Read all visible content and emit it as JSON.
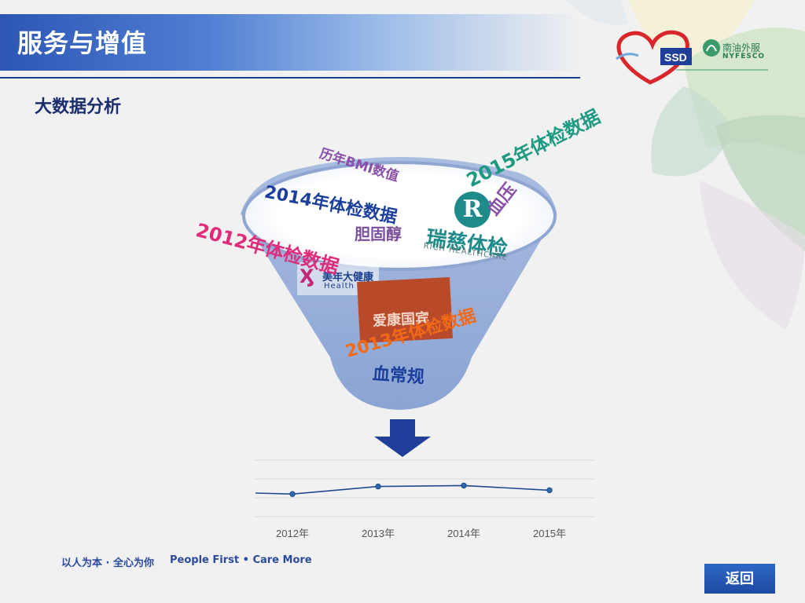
{
  "header": {
    "title": "服务与增值",
    "subtitle": "大数据分析"
  },
  "logo": {
    "name_cn": "南油外服",
    "name_en": "NYFESCO",
    "badge_text": "SSD"
  },
  "funnel_words": [
    {
      "id": "bmi",
      "text": "历年BMI数值",
      "color": "#8a4fa8"
    },
    {
      "id": "y2015",
      "text": "2015年体检数据",
      "color": "#1f9a82"
    },
    {
      "id": "y2014",
      "text": "2014年体检数据",
      "color": "#1b3f9a"
    },
    {
      "id": "bp",
      "text": "血压",
      "color": "#8a4fa8"
    },
    {
      "id": "y2012",
      "text": "2012年体检数据",
      "color": "#e02b7a"
    },
    {
      "id": "chol",
      "text": "胆固醇",
      "color": "#7a4f9a"
    },
    {
      "id": "y2013",
      "text": "2013年体检数据",
      "color": "#f06a18"
    },
    {
      "id": "blood",
      "text": "血常规",
      "color": "#1b3f9a"
    }
  ],
  "brands": {
    "rich_icon": "R",
    "rich_cn": "瑞慈体检",
    "rich_en": "RICH HEALTHCARE",
    "meinian_cn": "美年大健康",
    "meinian_en": "Health 10",
    "aikang_cn": "爱康国宾"
  },
  "chart_data": {
    "type": "line",
    "categories": [
      "2012年",
      "2013年",
      "2014年",
      "2015年"
    ],
    "values": [
      0.2,
      0.6,
      0.65,
      0.4
    ],
    "title": "",
    "xlabel": "",
    "ylabel": "",
    "ylim": [
      -1,
      2
    ],
    "grid": true,
    "line_color": "#1f4a8f"
  },
  "footer": {
    "slogan_cn": "以人为本 · 全心为你",
    "slogan_en": "People First  •  Care More"
  },
  "back_button": "返回"
}
